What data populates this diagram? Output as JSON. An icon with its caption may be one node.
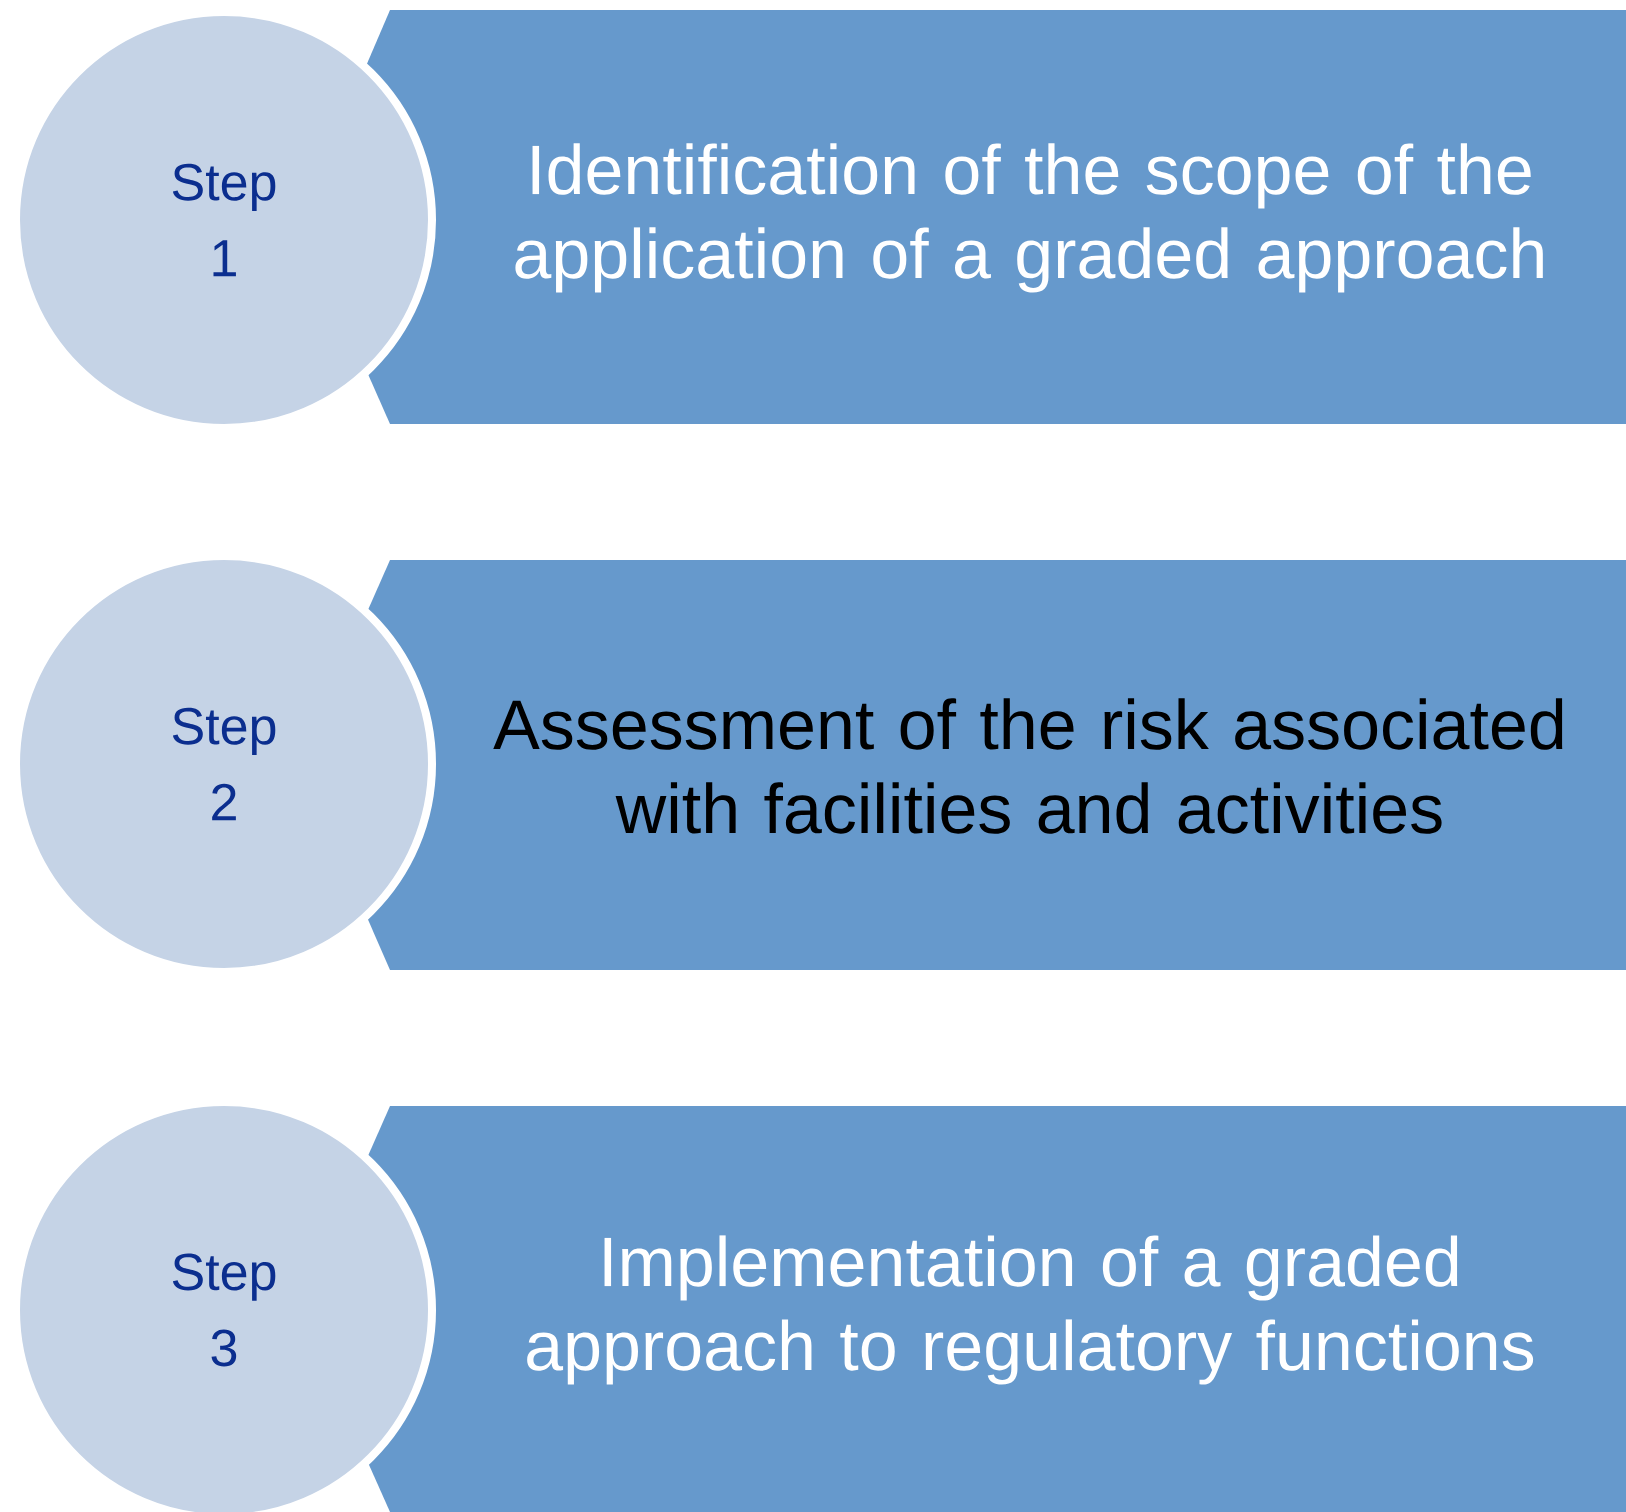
{
  "diagram": {
    "nodes": [
      {
        "text": [
          "Step 1"
        ]
      },
      {
        "text": [
          "Identification of the scope of the application of a graded approach"
        ]
      },
      {
        "text": [
          "Step 2"
        ]
      },
      {
        "text": [
          "Assessment of the risk associated with facilities and activities"
        ]
      },
      {
        "text": [
          "Step 3"
        ]
      },
      {
        "text": [
          "Implementation of a graded approach to regulatory functions"
        ]
      }
    ]
  }
}
